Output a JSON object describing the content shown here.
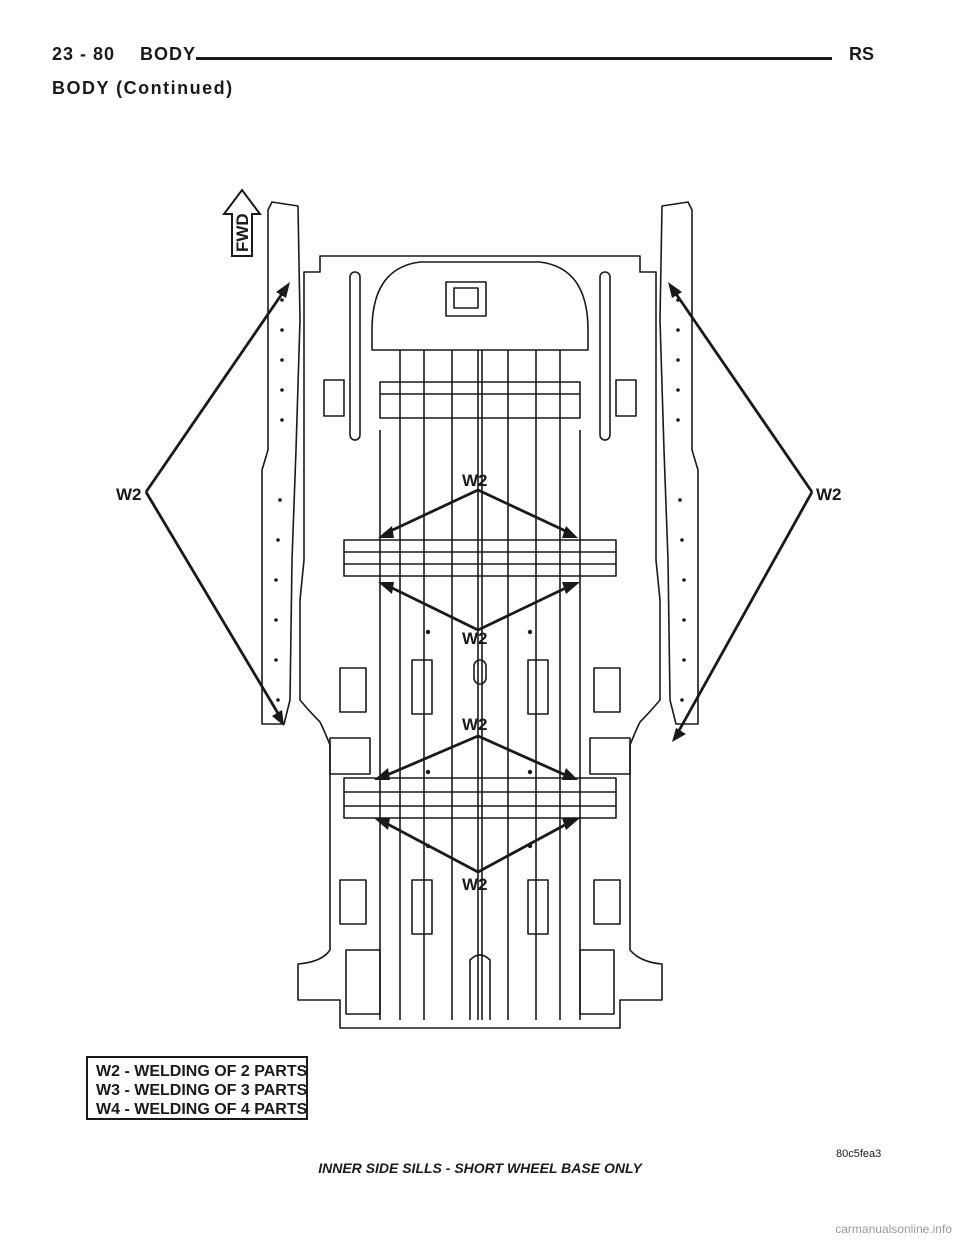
{
  "header": {
    "page_number": "23 - 80",
    "section": "BODY",
    "model": "RS",
    "continued": "BODY (Continued)"
  },
  "diagram": {
    "direction_label": "FWD",
    "callouts": [
      "W2",
      "W2",
      "W2",
      "W2",
      "W2",
      "W2"
    ]
  },
  "legend": {
    "lines": [
      "W2 - WELDING OF 2 PARTS",
      "W3 - WELDING OF 3 PARTS",
      "W4 - WELDING OF 4 PARTS"
    ]
  },
  "figure_code": "80c5fea3",
  "caption": "INNER SIDE SILLS - SHORT WHEEL BASE ONLY",
  "footer": "carmanualsonline.info"
}
